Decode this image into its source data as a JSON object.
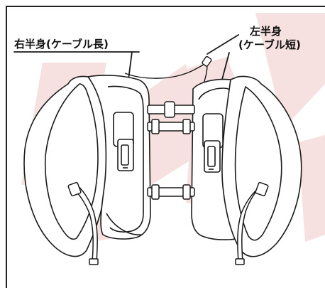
{
  "labels": {
    "right_half": "右半身(ケーブル長)",
    "left_half_line1": "左半身",
    "left_half_line2": "(ケーブル短)"
  },
  "colors": {
    "outline": "#1a1a1a",
    "background": "#ffffff",
    "watermark": "#f6dede",
    "frame": "#222222"
  },
  "watermark_shape": "red-ribbon"
}
